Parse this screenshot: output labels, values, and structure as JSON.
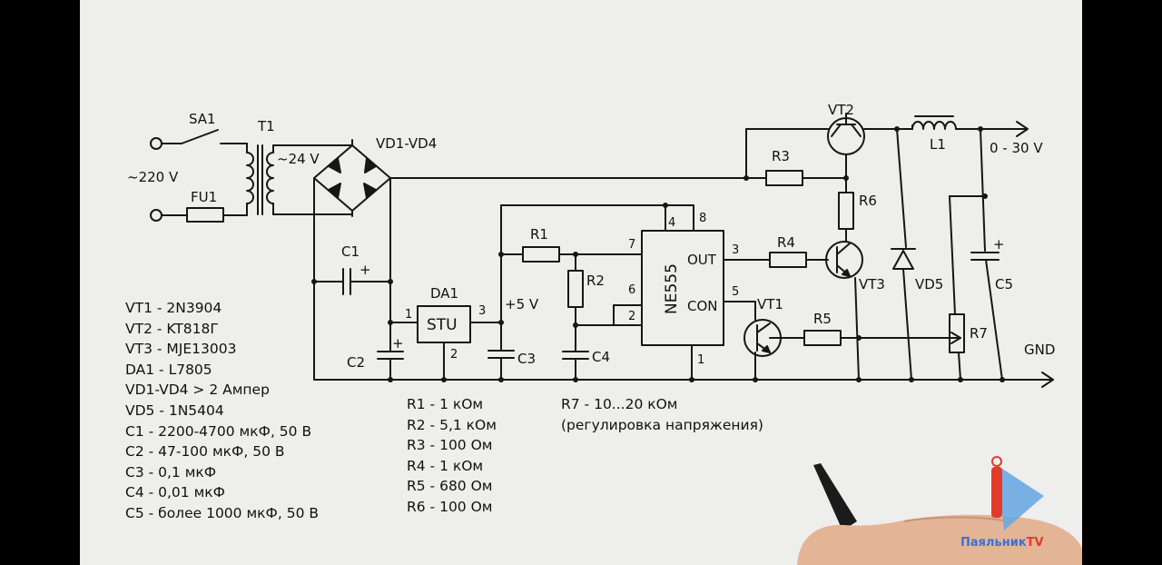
{
  "labels": {
    "sa1": "SA1",
    "t1": "T1",
    "ac24": "~24 V",
    "vd1vd4": "VD1-VD4",
    "ac220": "~220 V",
    "fu1": "FU1",
    "c1": "C1",
    "c2": "C2",
    "c3": "C3",
    "c4": "C4",
    "c5": "C5",
    "da1": "DA1",
    "stu": "STU",
    "pin1": "1",
    "pin2": "2",
    "pin3": "3",
    "plus5v": "+5 V",
    "r1": "R1",
    "r2": "R2",
    "r3": "R3",
    "r4": "R4",
    "r5": "R5",
    "r6": "R6",
    "r7": "R7",
    "ne555": "NE555",
    "out": "OUT",
    "con": "CON",
    "p4": "4",
    "p8": "8",
    "p7": "7",
    "p6": "6",
    "p2": "2",
    "p3": "3",
    "p5": "5",
    "p1": "1",
    "vt1": "VT1",
    "vt2": "VT2",
    "vt3": "VT3",
    "vd5": "VD5",
    "l1": "L1",
    "out_range": "0 - 30 V",
    "gnd": "GND",
    "plus": "+"
  },
  "components_left": [
    "VT1 - 2N3904",
    "VT2 - KT818Г",
    "VT3 - MJE13003",
    "DA1 - L7805",
    "VD1-VD4 > 2 Ампер",
    "VD5 - 1N5404",
    "C1 - 2200-4700 мкФ, 50 В",
    "C2 - 47-100 мкФ, 50 В",
    "C3 - 0,1 мкФ",
    "C4 - 0,01 мкФ",
    "C5 - более 1000 мкФ, 50 В"
  ],
  "components_mid": [
    "R1 - 1 кОм",
    "R2 - 5,1 кОм",
    "R3 - 100 Ом",
    "R4 - 1 кОм",
    "R5 - 680 Ом",
    "R6 - 100 Ом"
  ],
  "r7_note": {
    "line1": "R7 - 10...20 кОм",
    "line2": "(регулировка напряжения)"
  },
  "logo": {
    "name": "Паяльник",
    "suffix": "TV"
  }
}
